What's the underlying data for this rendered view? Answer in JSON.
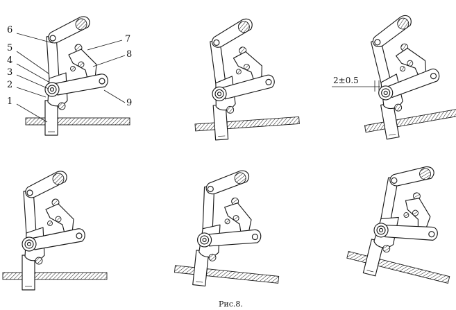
{
  "caption": "Рис.8.",
  "part_labels": [
    "1",
    "2",
    "3",
    "4",
    "5",
    "6",
    "7",
    "8",
    "9"
  ],
  "dimension": "2±0.5",
  "colors": {
    "ink": "#1a1a1a",
    "paper": "#ffffff"
  }
}
